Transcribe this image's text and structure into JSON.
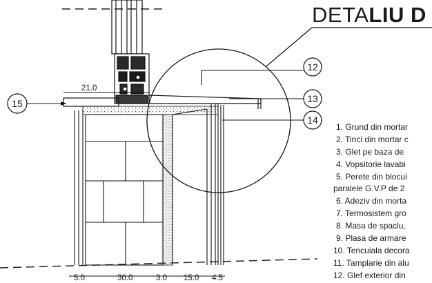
{
  "title": {
    "part1": "DETA",
    "part2": "LIU D"
  },
  "callouts": [
    "12",
    "13",
    "14",
    "15"
  ],
  "dimensions": {
    "top": "21.0",
    "bottom": [
      "5.0",
      "30.0",
      "3.0",
      "15.0",
      "4.5"
    ]
  },
  "legend": [
    "1.  Grund din mortar",
    "2.  Tinci din mortar c",
    "3.  Glet pe baza de",
    "4.  Vopsitorie lavabi",
    "5.  Perete din blocui",
    "paralele G.V.P de 2",
    "6.  Adeziv din morta",
    "7.  Termosistem gro",
    "8.  Masa de spaclu,",
    "9.  Plasa de armare",
    "10. Tencuiala decora",
    "11. Tamplarie din alu",
    "12. Glef exterior din"
  ]
}
